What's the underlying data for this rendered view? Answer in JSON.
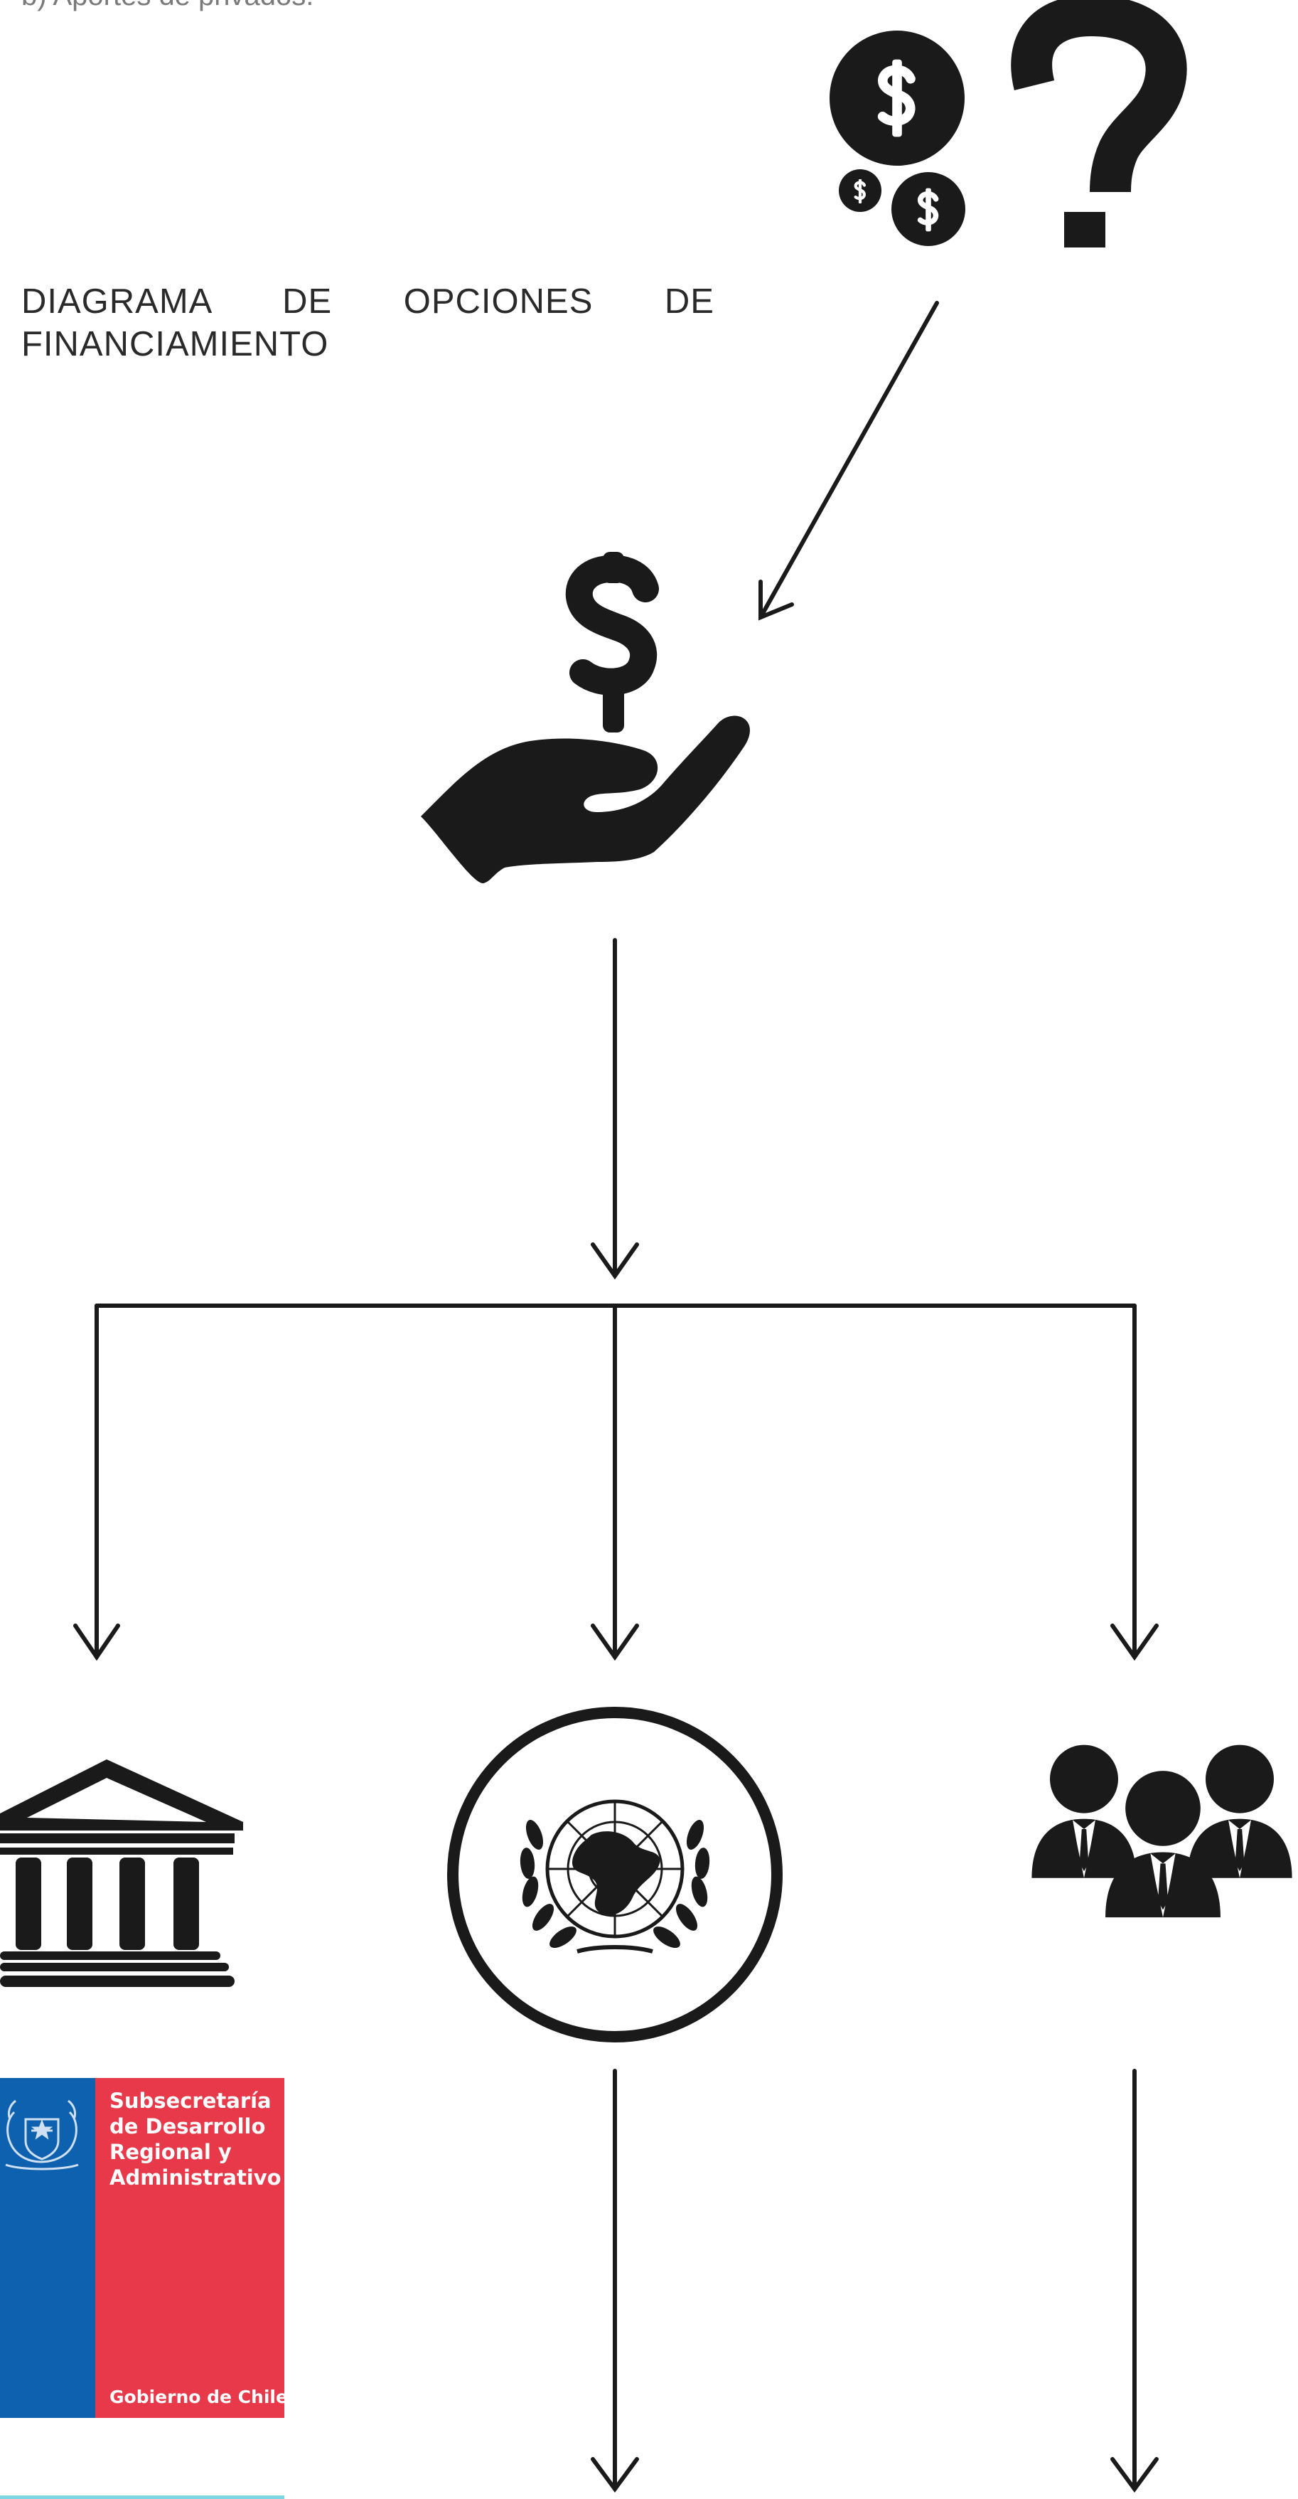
{
  "header": {
    "cut_text": "b) Aportes de privados."
  },
  "diagram": {
    "title": "DIAGRAMA DE OPCIONES DE FINANCIAMIENTO",
    "icons": [
      "money-question-icon",
      "hand-dollar-icon",
      "government-building-icon",
      "united-nations-emblem-icon",
      "business-people-icon"
    ]
  },
  "logo": {
    "name": "Subsecretaría\nde Desarrollo\nRegional y\nAdministrativo",
    "footer": "Gobierno de Chile",
    "colors": {
      "blue": "#0d61ae",
      "red": "#e8394a"
    }
  }
}
